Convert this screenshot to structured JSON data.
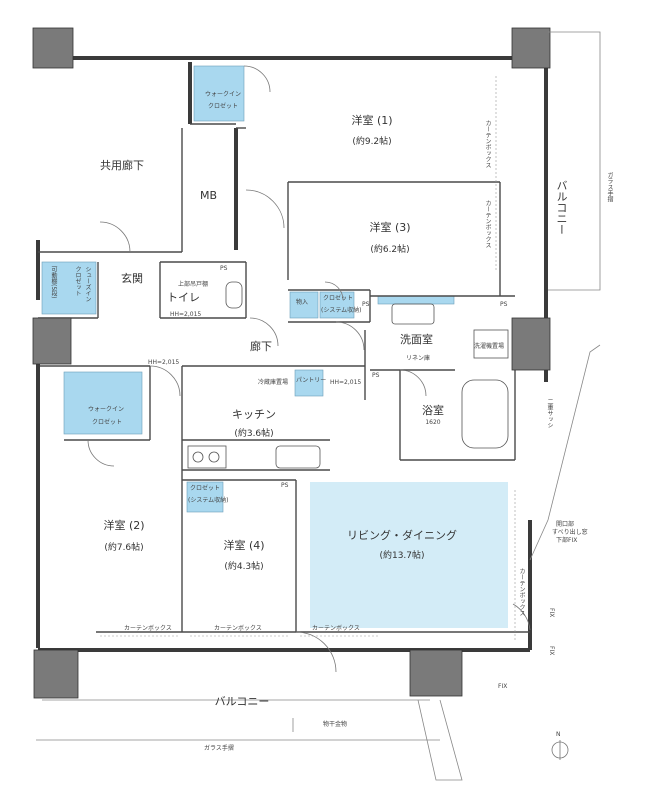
{
  "rooms": {
    "western1": {
      "name": "洋室 (1)",
      "area": "(約9.2帖)"
    },
    "western2": {
      "name": "洋室 (2)",
      "area": "(約7.6帖)"
    },
    "western3": {
      "name": "洋室 (3)",
      "area": "(約6.2帖)"
    },
    "western4": {
      "name": "洋室 (4)",
      "area": "(約4.3帖)"
    },
    "kitchen": {
      "name": "キッチン",
      "area": "(約3.6帖)"
    },
    "living": {
      "name": "リビング・ダイニング",
      "area": "(約13.7帖)"
    },
    "bath": {
      "name": "浴室",
      "size": "1620"
    },
    "washroom": "洗面室",
    "toilet": "トイレ",
    "corridor": "廊下",
    "entrance": "玄関",
    "common_corridor": "共用廊下",
    "mb": "MB"
  },
  "storage": {
    "walkin_top": [
      "ウォークイン",
      "クロゼット"
    ],
    "walkin_left": [
      "ウォークイン",
      "クロゼット"
    ],
    "shoe_in": "シューズイン",
    "closet": "クロゼット",
    "movable_shelf": "可動棚(5段)",
    "closet_w3": "クロゼット",
    "system_storage": "(システム収納)",
    "mono_ire": "物入",
    "closet_w4": "クロゼット",
    "linen": "リネン庫",
    "pantry": "パントリー",
    "fridge": "冷蔵庫置場"
  },
  "annotations": {
    "balcony_right": "バルコニー",
    "balcony_bottom": "バルコニー",
    "curtain_box": "カーテンボックス",
    "glass_handrail": "ガラス手摺",
    "drying_hardware": "物干金物",
    "fix": "FIX",
    "ps": "PS",
    "ceiling_h1": "上部吊戸棚",
    "ceiling_h2": "HH=2,015",
    "ceiling_h3": "HH=2,015",
    "ceiling_h4": "HH=2,015",
    "washer_place": "洗濯機置場",
    "window_note": "二重サッシ",
    "sash_note": [
      "開口部",
      "すべり出し窓",
      "下部FIX"
    ],
    "north": "N"
  },
  "colors": {
    "storage_fill": "#a9d8ef",
    "living_fill": "#d3ecf7",
    "wall": "#3a3a3a",
    "column": "#7a7a7a"
  }
}
